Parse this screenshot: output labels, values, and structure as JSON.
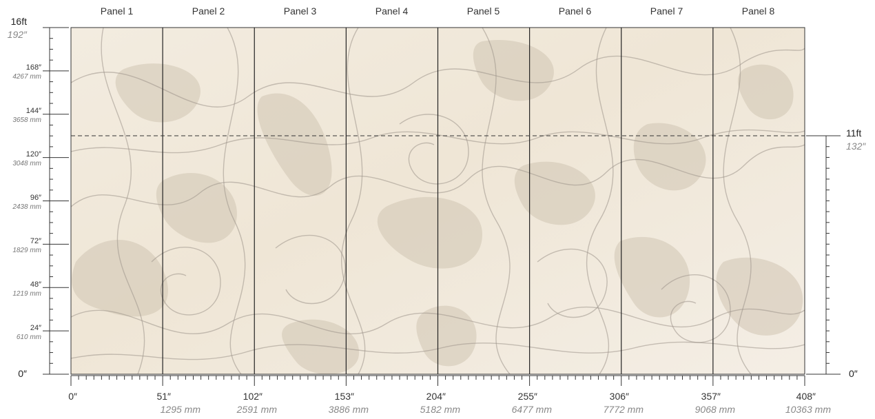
{
  "panels": [
    "Panel 1",
    "Panel 2",
    "Panel 3",
    "Panel 4",
    "Panel 5",
    "Panel 6",
    "Panel 7",
    "Panel 8"
  ],
  "left_scale": {
    "top_ft": "16ft",
    "top_in": "192″",
    "bottom": "0″",
    "ticks": [
      {
        "in": "168″",
        "mm": "4267 mm"
      },
      {
        "in": "144″",
        "mm": "3658 mm"
      },
      {
        "in": "120″",
        "mm": "3048 mm"
      },
      {
        "in": "96″",
        "mm": "2438 mm"
      },
      {
        "in": "72″",
        "mm": "1829 mm"
      },
      {
        "in": "48″",
        "mm": "1219 mm"
      },
      {
        "in": "24″",
        "mm": "610 mm"
      }
    ]
  },
  "right_scale": {
    "top_ft": "11ft",
    "top_in": "132″",
    "bottom": "0″"
  },
  "bottom_scale": {
    "start": "0″",
    "ticks": [
      {
        "in": "51″",
        "mm": "1295 mm"
      },
      {
        "in": "102″",
        "mm": "2591 mm"
      },
      {
        "in": "153″",
        "mm": "3886 mm"
      },
      {
        "in": "204″",
        "mm": "5182 mm"
      },
      {
        "in": "255″",
        "mm": "6477 mm"
      },
      {
        "in": "306″",
        "mm": "7772 mm"
      },
      {
        "in": "357″",
        "mm": "9068 mm"
      },
      {
        "in": "408″",
        "mm": "10363 mm"
      }
    ]
  },
  "colors": {
    "wall_base": "#f1e9dc",
    "swirl_fill": "#cfc4b3",
    "swirl_line": "#9c948a",
    "ruler": "#333333"
  }
}
